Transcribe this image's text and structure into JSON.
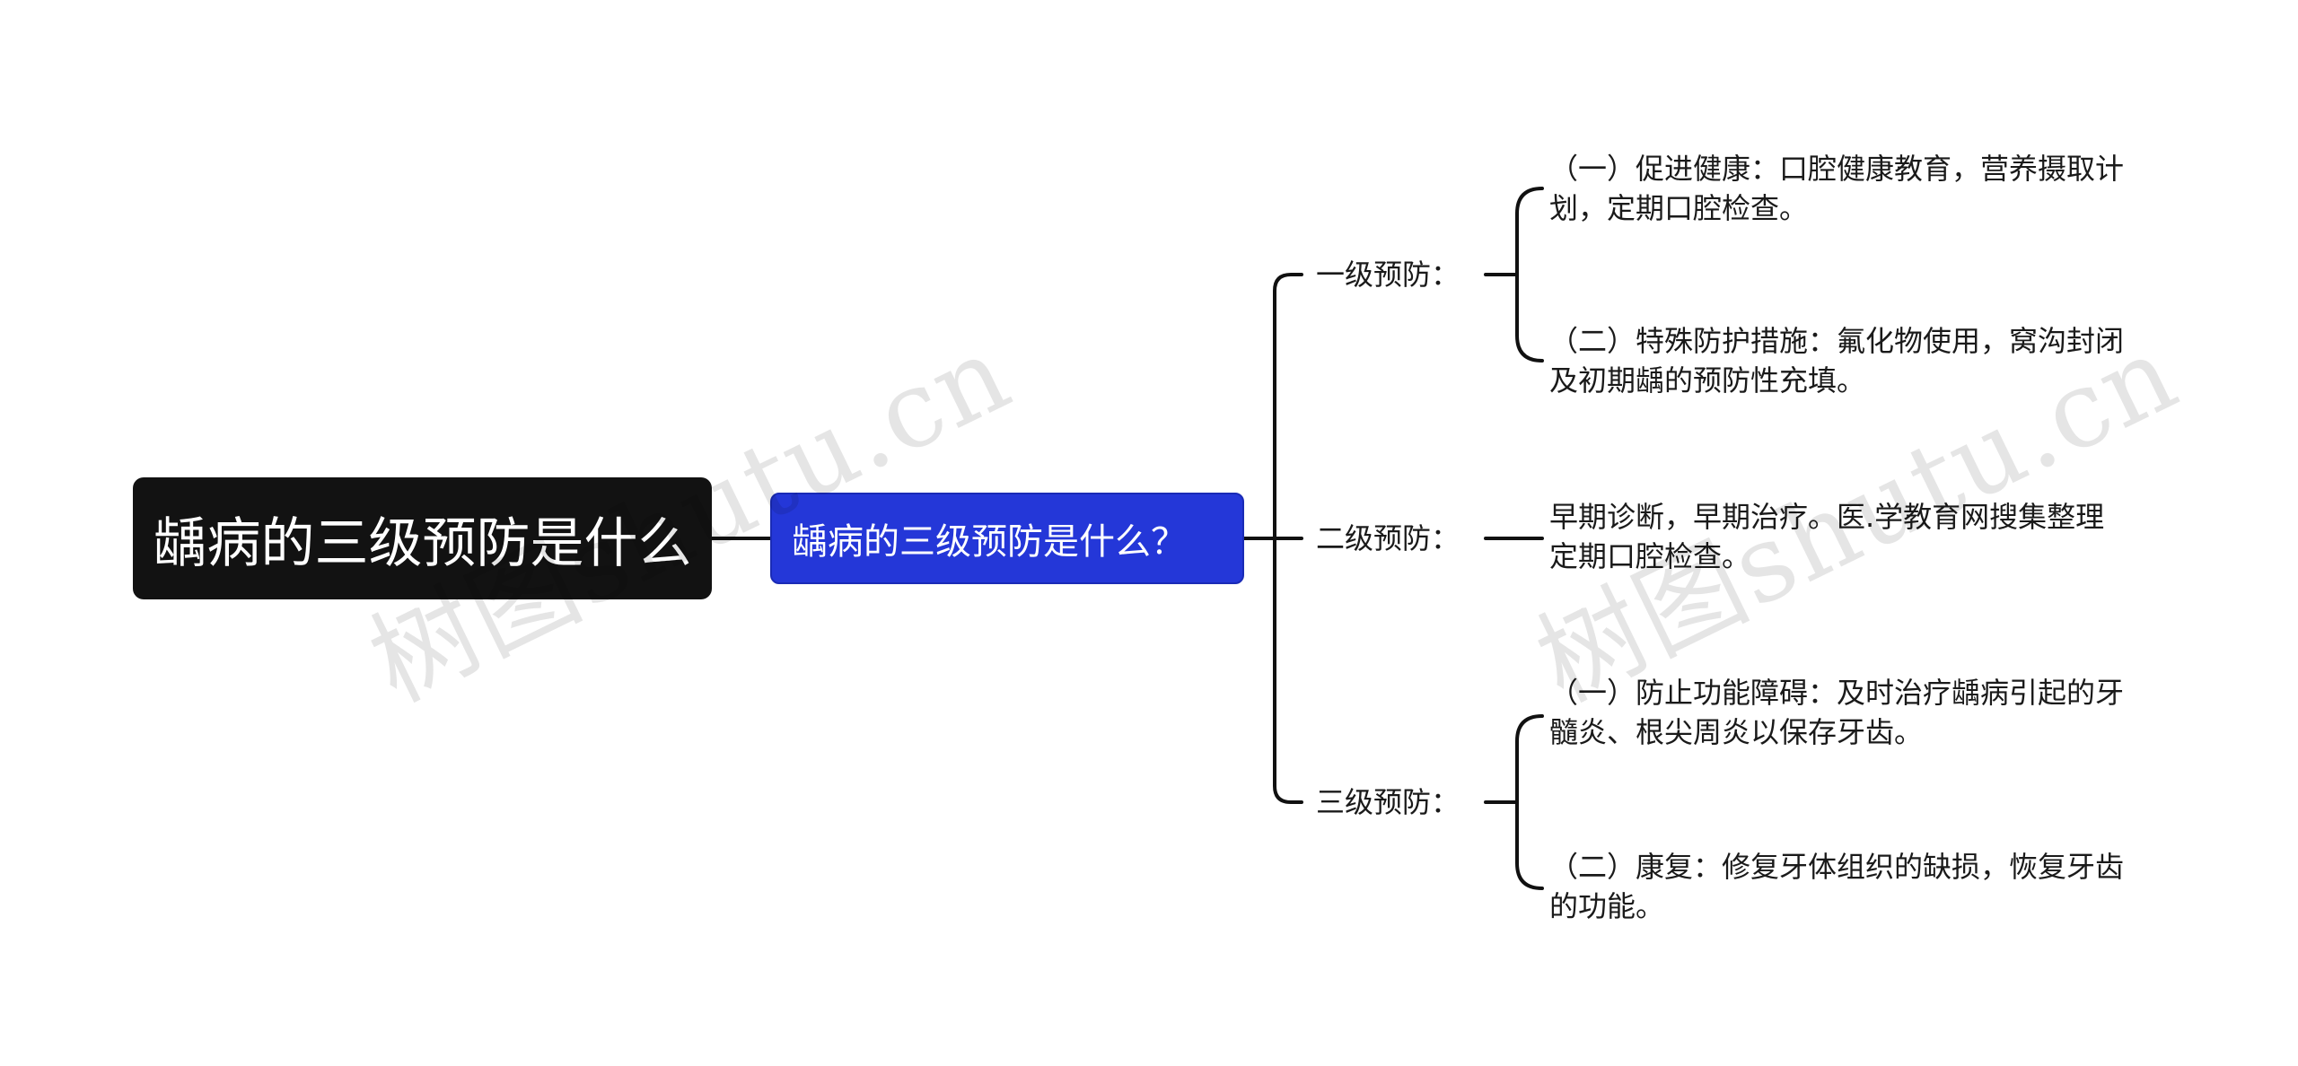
{
  "root": {
    "label": "龋病的三级预防是什么"
  },
  "main_topic": {
    "label": "龋病的三级预防是什么？"
  },
  "levels": [
    {
      "label": "一级预防：",
      "items": [
        {
          "lines": [
            "（一）促进健康：口腔健康教育，营养摄取计",
            "划，定期口腔检查。"
          ]
        },
        {
          "lines": [
            "（二）特殊防护措施：氟化物使用，窝沟封闭",
            "及初期龋的预防性充填。"
          ]
        }
      ]
    },
    {
      "label": "二级预防：",
      "items": [
        {
          "lines": [
            "早期诊断，早期治疗。医.学教育网搜集整理",
            "定期口腔检查。"
          ]
        }
      ]
    },
    {
      "label": "三级预防：",
      "items": [
        {
          "lines": [
            "（一）防止功能障碍：及时治疗龋病引起的牙",
            "髓炎、根尖周炎以保存牙齿。"
          ]
        },
        {
          "lines": [
            "（二）康复：修复牙体组织的缺损，恢复牙齿",
            "的功能。"
          ]
        }
      ]
    }
  ],
  "watermarks": [
    "树图shutu.cn",
    "树图shutu.cn"
  ],
  "colors": {
    "root_bg": "#121212",
    "main_bg": "#2437d8",
    "connector": "#111111",
    "text": "#1a1a1a"
  }
}
